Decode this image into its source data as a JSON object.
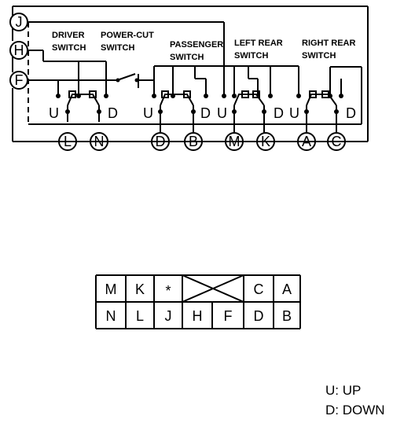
{
  "switches": {
    "driver": [
      "DRIVER",
      "SWITCH"
    ],
    "power_cut": [
      "POWER-CUT",
      "SWITCH"
    ],
    "passenger": [
      "PASSENGER",
      "SWITCH"
    ],
    "left_rear": [
      "LEFT REAR",
      "SWITCH"
    ],
    "right_rear": [
      "RIGHT REAR",
      "SWITCH"
    ]
  },
  "left_terminals": [
    "J",
    "H",
    "F"
  ],
  "bottom_terminals": [
    "L",
    "N",
    "D",
    "B",
    "M",
    "K",
    "A",
    "C"
  ],
  "up_down_markers": [
    "U",
    "D",
    "U",
    "D",
    "U",
    "D",
    "U",
    "D"
  ],
  "connector": {
    "top_row": [
      "M",
      "K",
      "*",
      "",
      "C",
      "A"
    ],
    "bottom_row": [
      "N",
      "L",
      "J",
      "H",
      "F",
      "D",
      "B"
    ]
  },
  "legend": [
    "U: UP",
    "D: DOWN"
  ]
}
